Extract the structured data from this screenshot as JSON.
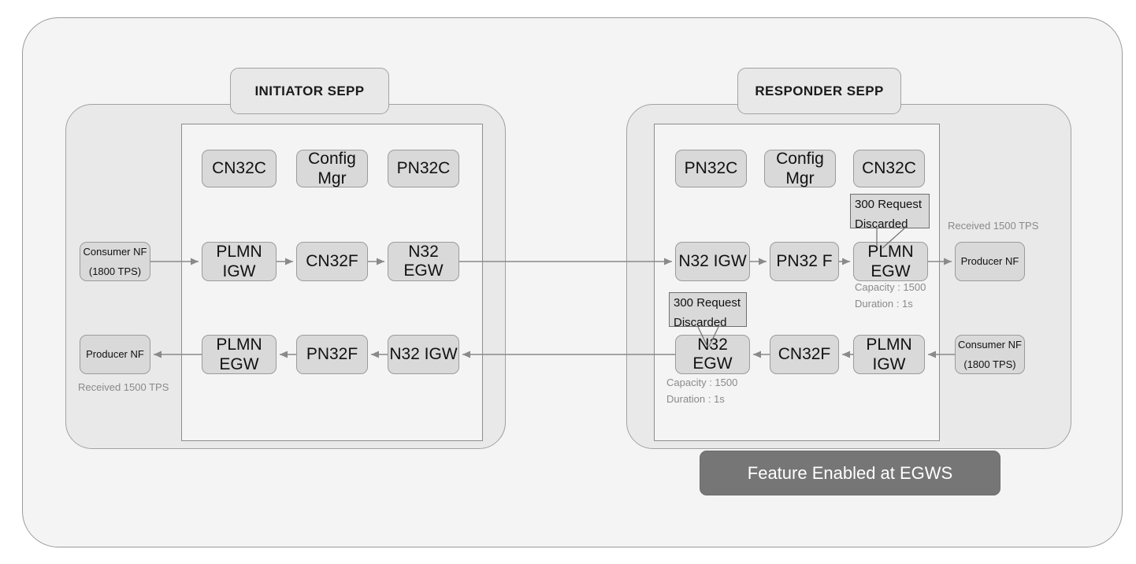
{
  "diagram": {
    "title_badges": {
      "initiator": "INITIATOR SEPP",
      "responder": "RESPONDER SEPP"
    },
    "banner": {
      "label": "Feature Enabled at EGWS"
    },
    "initiator": {
      "top_row": [
        {
          "id": "cn32c",
          "label": "CN32C"
        },
        {
          "id": "config-mgr",
          "label_l1": "Config",
          "label_l2": "Mgr"
        },
        {
          "id": "pn32c",
          "label": "PN32C"
        }
      ],
      "request_path": [
        {
          "id": "plmn-igw",
          "label_l1": "PLMN",
          "label_l2": "IGW"
        },
        {
          "id": "cn32f",
          "label": "CN32F"
        },
        {
          "id": "n32-egw",
          "label": "N32 EGW"
        }
      ],
      "response_path": [
        {
          "id": "plmn-egw",
          "label_l1": "PLMN",
          "label_l2": "EGW"
        },
        {
          "id": "pn32f",
          "label": "PN32F"
        },
        {
          "id": "n32-igw",
          "label": "N32 IGW"
        }
      ],
      "consumer_nf": {
        "label_l1": "Consumer NF",
        "label_l2": "(1800 TPS)"
      },
      "producer_nf": {
        "label": "Producer NF"
      },
      "received_caption": "Received 1500 TPS"
    },
    "responder": {
      "top_row": [
        {
          "id": "pn32c",
          "label": "PN32C"
        },
        {
          "id": "config-mgr",
          "label_l1": "Config",
          "label_l2": "Mgr"
        },
        {
          "id": "cn32c",
          "label": "CN32C"
        }
      ],
      "request_path": [
        {
          "id": "n32-igw",
          "label": "N32 IGW"
        },
        {
          "id": "pn32-f",
          "label": "PN32 F"
        },
        {
          "id": "plmn-egw",
          "label_l1": "PLMN",
          "label_l2": "EGW"
        }
      ],
      "response_path": [
        {
          "id": "n32-egw",
          "label": "N32 EGW"
        },
        {
          "id": "cn32f",
          "label": "CN32F"
        },
        {
          "id": "plmn-igw",
          "label_l1": "PLMN",
          "label_l2": "IGW"
        }
      ],
      "consumer_nf": {
        "label_l1": "Consumer NF",
        "label_l2": "(1800 TPS)"
      },
      "producer_nf": {
        "label": "Producer NF"
      },
      "received_caption": "Received 1500 TPS",
      "callout_upper": {
        "line1": "300 Request",
        "line2": "Discarded"
      },
      "callout_lower": {
        "line1": "300 Request",
        "line2": "Discarded"
      },
      "plmn_egw_stats": {
        "capacity": "Capacity : 1500",
        "duration": "Duration : 1s"
      },
      "n32_egw_stats": {
        "capacity": "Capacity : 1500",
        "duration": "Duration : 1s"
      }
    },
    "colors": {
      "page_background": "#ffffff",
      "outer_card": "#f4f4f4",
      "sepp_panel": "#e9e9e9",
      "sepp_inner": "#f4f4f4",
      "node_fill": "#d9d9d9",
      "node_border": "#9b9b9b",
      "banner_fill": "#767676",
      "banner_text": "#ffffff",
      "caption_text": "#8a8a8a",
      "connector": "#8a8a8a"
    }
  }
}
